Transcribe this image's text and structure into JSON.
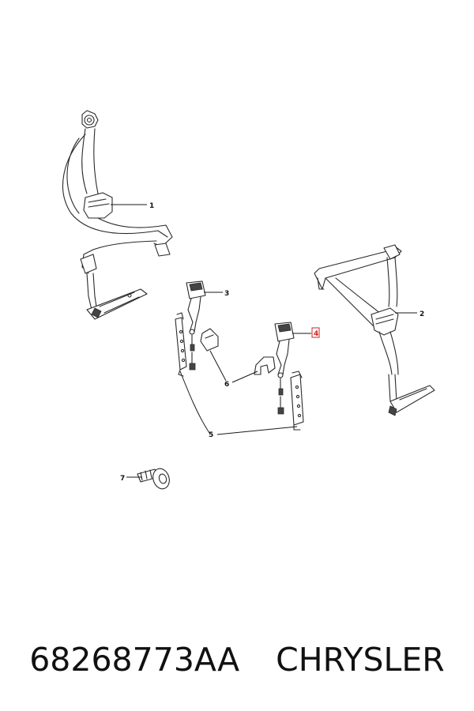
{
  "diagram": {
    "callouts": [
      {
        "id": "1",
        "label": "1"
      },
      {
        "id": "2",
        "label": "2"
      },
      {
        "id": "3",
        "label": "3"
      },
      {
        "id": "4",
        "label": "4",
        "highlighted": true
      },
      {
        "id": "5",
        "label": "5"
      },
      {
        "id": "6",
        "label": "6"
      },
      {
        "id": "7",
        "label": "7"
      }
    ],
    "highlight_color": "#d62020",
    "line_color": "#2a2a2a"
  },
  "footer": {
    "part_number": "68268773AA",
    "brand": "CHRYSLER"
  }
}
